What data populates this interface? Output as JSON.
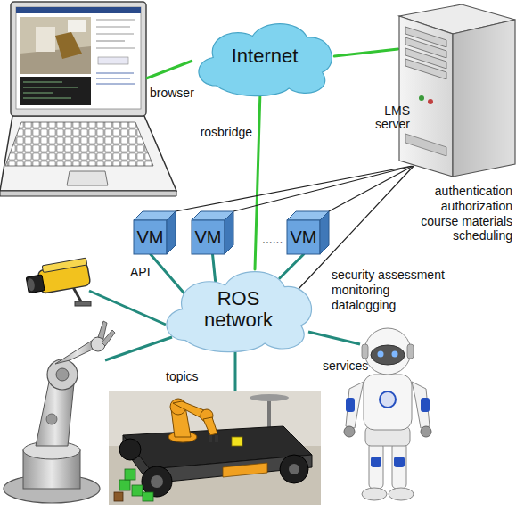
{
  "diagram": {
    "nodes": [
      {
        "text": [
          "Internet"
        ]
      },
      {
        "text": [
          "LMS server"
        ]
      },
      {
        "text": [
          "VM"
        ]
      },
      {
        "text": [
          "VM"
        ]
      },
      {
        "text": [
          "VM"
        ]
      },
      {
        "text": [
          "ROS network"
        ]
      }
    ],
    "edges": [
      {
        "from": 0,
        "to": 1,
        "arrow": "none"
      },
      {
        "from": 0,
        "to": 5,
        "label": "rosbridge",
        "arrow": "none"
      },
      {
        "from": 1,
        "to": 2,
        "arrow": "none"
      },
      {
        "from": 1,
        "to": 3,
        "arrow": "none"
      },
      {
        "from": 1,
        "to": 4,
        "arrow": "none"
      },
      {
        "from": 1,
        "to": 5,
        "arrow": "none"
      },
      {
        "from": 2,
        "to": 5,
        "arrow": "none"
      },
      {
        "from": 3,
        "to": 5,
        "arrow": "none"
      },
      {
        "from": 4,
        "to": 5,
        "arrow": "none"
      }
    ],
    "labels": [
      "browser",
      "authentication authorization course materials scheduling",
      "API",
      "......",
      "security assessment monitoring datalogging",
      "topics",
      "services"
    ]
  }
}
